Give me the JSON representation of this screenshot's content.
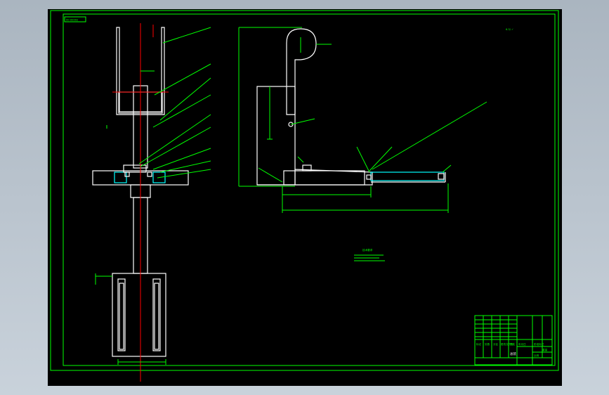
{
  "colors": {
    "background": "#000000",
    "frame": "#00ff00",
    "part_outline": "#ffffff",
    "highlight": "#00ffff",
    "centerline": "#ff0000"
  },
  "drawing": {
    "drawing_no_box": "00-00002",
    "roughness": "6.3/ ✓"
  },
  "title_block": {
    "name_cell": "总装",
    "cells": [
      "标记",
      "处数",
      "分区",
      "更改文件号",
      "签名",
      "年月日"
    ],
    "right_cells": [
      "阶段标记",
      "重量",
      "比例"
    ]
  },
  "notes_title": "技术要求"
}
